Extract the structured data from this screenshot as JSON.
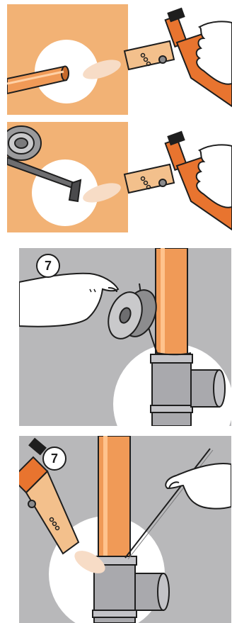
{
  "colors": {
    "orange_bg": "#F2B275",
    "gray_bg": "#B8B8BA",
    "copper": "#F09A57",
    "copper_dark": "#C86A2C",
    "torch_body": "#E8742F",
    "nozzle": "#F3C08C",
    "flame": "#F7DCC6",
    "fitting": "#A9A9AD",
    "outline": "#1E1E1E",
    "white": "#FFFFFF"
  },
  "panels": [
    {
      "id": "heat-pipe-end",
      "icons": [
        "copper-pipe-icon",
        "torch-icon",
        "flame-icon"
      ]
    },
    {
      "id": "heat-flux-brush",
      "icons": [
        "solder-coil-icon",
        "flux-brush-icon",
        "torch-icon",
        "flame-icon"
      ]
    },
    {
      "id": "apply-solder-wire",
      "step_label": "7",
      "icons": [
        "hand-icon",
        "solder-spool-icon",
        "copper-pipe-icon",
        "tee-fitting-icon"
      ]
    },
    {
      "id": "torch-and-solder-joint",
      "step_label": "7",
      "icons": [
        "torch-icon",
        "hand-icon",
        "solder-rod-icon",
        "copper-pipe-icon",
        "tee-fitting-icon"
      ]
    }
  ]
}
